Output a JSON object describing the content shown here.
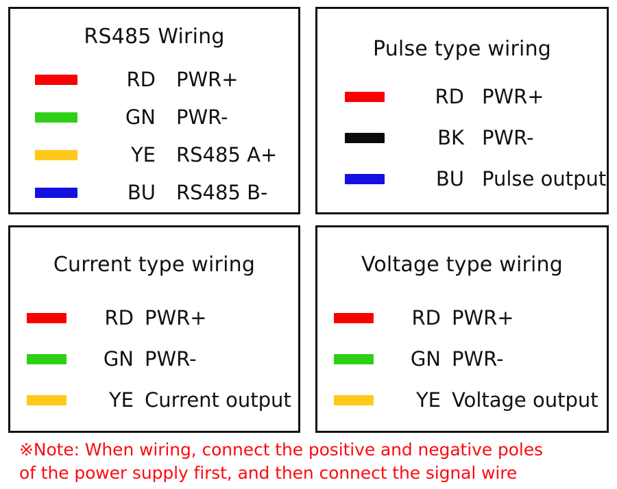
{
  "colors": {
    "red": "#fb0000",
    "green": "#2ed016",
    "yellow": "#ffc81c",
    "blue": "#1310e0",
    "black": "#0a0a0a",
    "note_red": "#fb0b10",
    "border": "#111111"
  },
  "panels": [
    {
      "id": "rs485-wiring",
      "title": "RS485 Wiring",
      "rows": [
        {
          "swatch": "red",
          "code": "RD",
          "desc": "PWR+"
        },
        {
          "swatch": "green",
          "code": "GN",
          "desc": "PWR-"
        },
        {
          "swatch": "yellow",
          "code": "YE",
          "desc": "RS485 A+"
        },
        {
          "swatch": "blue",
          "code": "BU",
          "desc": "RS485 B-"
        }
      ]
    },
    {
      "id": "pulse-type-wiring",
      "title": "Pulse type wiring",
      "rows": [
        {
          "swatch": "red",
          "code": "RD",
          "desc": "PWR+"
        },
        {
          "swatch": "black",
          "code": "BK",
          "desc": "PWR-"
        },
        {
          "swatch": "blue",
          "code": "BU",
          "desc": "Pulse output"
        }
      ]
    },
    {
      "id": "current-type-wiring",
      "title": "Current type wiring",
      "rows": [
        {
          "swatch": "red",
          "code": "RD",
          "desc": "PWR+"
        },
        {
          "swatch": "green",
          "code": "GN",
          "desc": "PWR-"
        },
        {
          "swatch": "yellow",
          "code": "YE",
          "desc": "Current output"
        }
      ]
    },
    {
      "id": "voltage-type-wiring",
      "title": "Voltage type wiring",
      "rows": [
        {
          "swatch": "red",
          "code": "RD",
          "desc": "PWR+"
        },
        {
          "swatch": "green",
          "code": "GN",
          "desc": "PWR-"
        },
        {
          "swatch": "yellow",
          "code": "YE",
          "desc": "Voltage output"
        }
      ]
    }
  ],
  "note": {
    "marker": "※",
    "text": "※Note: When wiring, connect the positive and negative poles\nof the power supply first, and then connect the signal wire"
  }
}
